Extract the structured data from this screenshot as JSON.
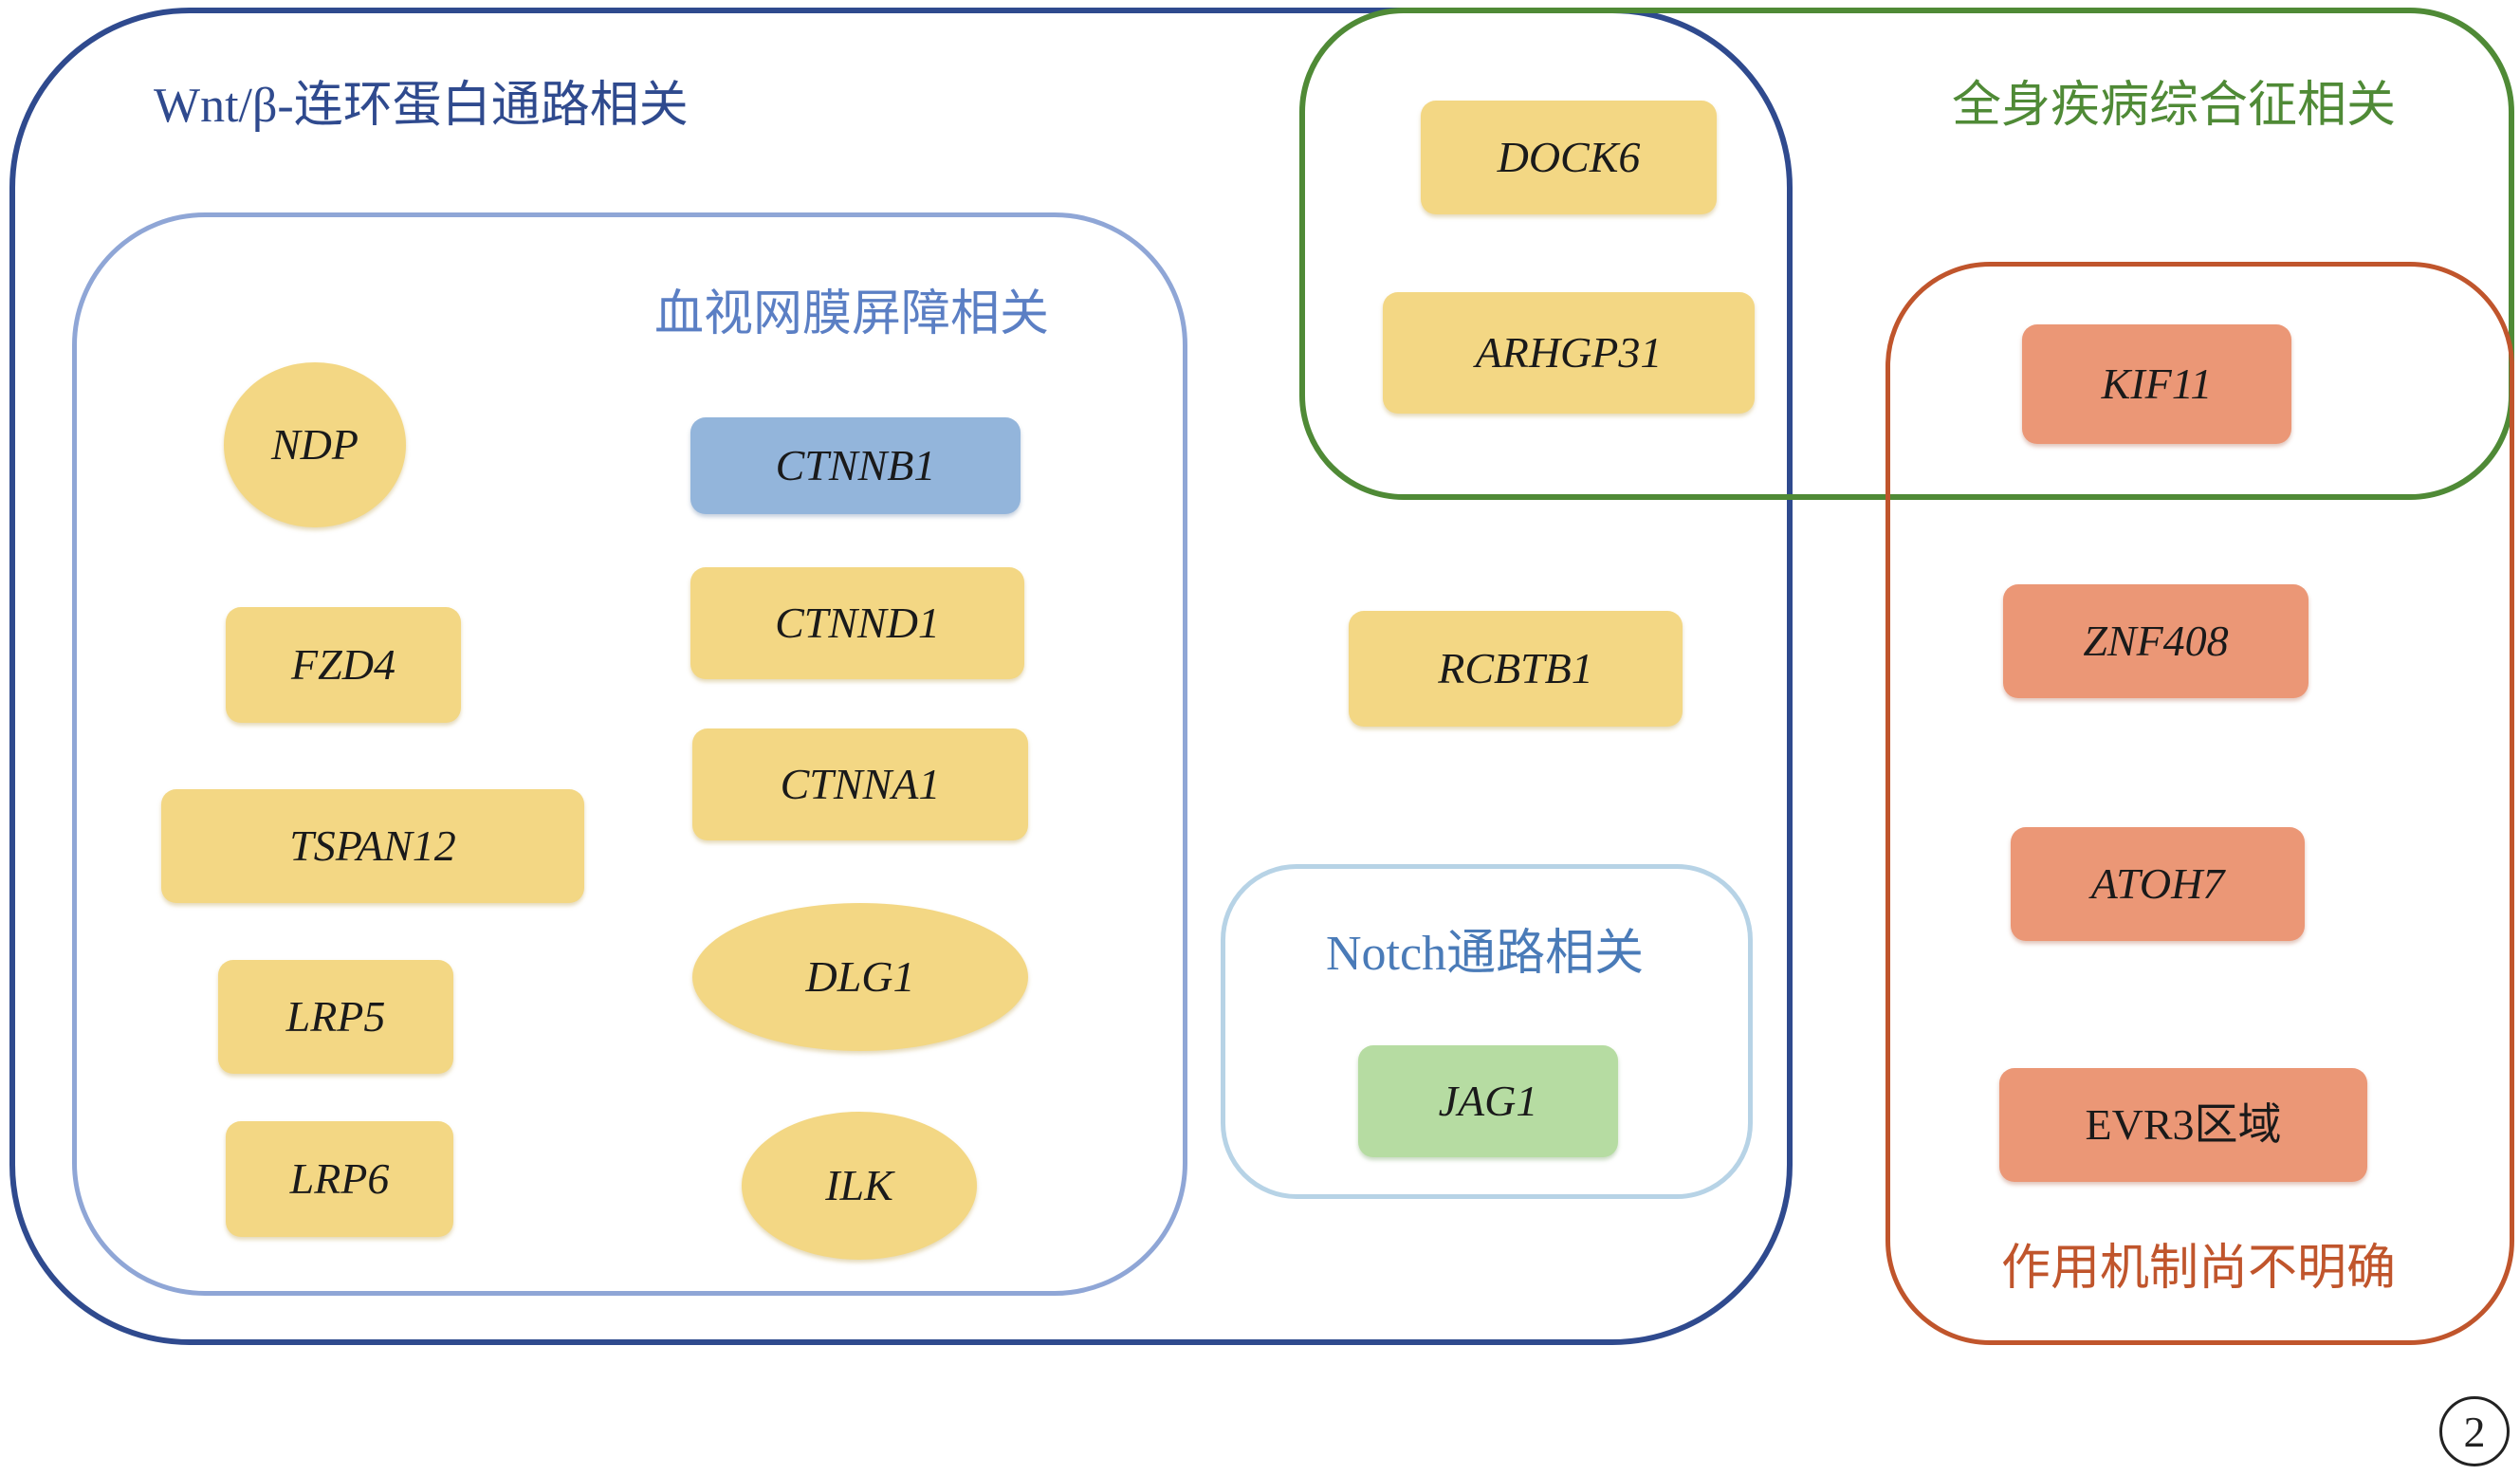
{
  "groups": {
    "wnt": {
      "label": "Wnt/β-连环蛋白通路相关",
      "color": "#2F4A8E"
    },
    "blood_retina_barrier": {
      "label": "血视网膜屏障相关",
      "color": "#5B7FC4"
    },
    "systemic": {
      "label": "全身疾病综合征相关",
      "color": "#4F8A36"
    },
    "unclear_mechanism": {
      "label": "作用机制尚不明确",
      "color": "#C0552C"
    },
    "notch": {
      "label": "Notch通路相关",
      "color": "#4A7BB8"
    }
  },
  "genes": {
    "ndp": "NDP",
    "fzd4": "FZD4",
    "tspan12": "TSPAN12",
    "lrp5": "LRP5",
    "lrp6": "LRP6",
    "ctnnb1": "CTNNB1",
    "ctnnd1": "CTNND1",
    "ctnna1": "CTNNA1",
    "dlg1": "DLG1",
    "ilk": "ILK",
    "dock6": "DOCK6",
    "arhgp31": "ARHGP31",
    "rcbtb1": "RCBTB1",
    "jag1": "JAG1",
    "kif11": "KIF11",
    "znf408": "ZNF408",
    "atoh7": "ATOH7",
    "evr3": "EVR3区域"
  },
  "colors": {
    "wnt_related": "#F3D784",
    "ctnnb1": "#93B5DB",
    "notch_related": "#B6DCA2",
    "unclear": "#EB9776"
  },
  "badge": "2"
}
